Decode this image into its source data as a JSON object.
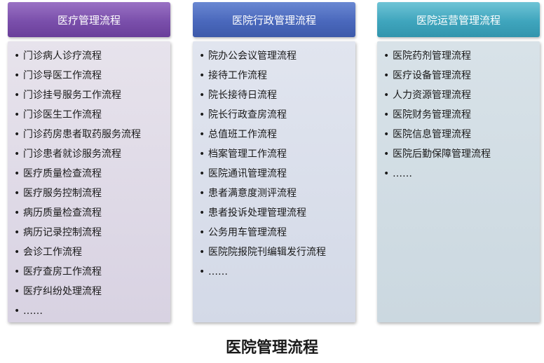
{
  "columns": [
    {
      "title": "医疗管理流程",
      "items": [
        "门诊病人诊疗流程",
        "门诊导医工作流程",
        "门诊挂号服务工作流程",
        "门诊医生工作流程",
        "门诊药房患者取药服务流程",
        "门诊患者就诊服务流程",
        "医疗质量检查流程",
        "医疗服务控制流程",
        "病历质量检查流程",
        "病历记录控制流程",
        "会诊工作流程",
        "医疗查房工作流程",
        "医疗纠纷处理流程",
        "……"
      ]
    },
    {
      "title": "医院行政管理流程",
      "items": [
        "院办公会议管理流程",
        "接待工作流程",
        "院长接待日流程",
        "院长行政查房流程",
        "总值班工作流程",
        "档案管理工作流程",
        "医院通讯管理流程",
        "患者满意度测评流程",
        "患者投诉处理管理流程",
        "公务用车管理流程",
        "医院院报院刊编辑发行流程",
        "……"
      ]
    },
    {
      "title": "医院运营管理流程",
      "items": [
        "医院药剂管理流程",
        "医疗设备管理流程",
        "人力资源管理流程",
        "医院财务管理流程",
        "医院信息管理流程",
        "医院后勤保障管理流程",
        "……"
      ]
    }
  ],
  "bullet": "•",
  "page_title": "医院管理流程",
  "colors": {
    "header_1": "#7a4fab",
    "header_2": "#4a68bc",
    "header_3": "#3fa5bd"
  }
}
